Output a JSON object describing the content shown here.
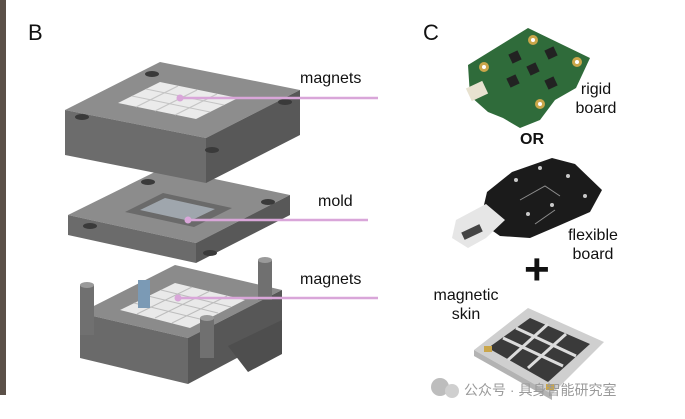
{
  "panel_b": {
    "letter": "B",
    "labels": {
      "top": "magnets",
      "middle": "mold",
      "bottom": "magnets"
    }
  },
  "panel_c": {
    "letter": "C",
    "rigid_board": "rigid\nboard",
    "or_text": "OR",
    "flexible_board": "flexible\nboard",
    "plus": "+",
    "magnetic_skin": "magnetic\nskin"
  },
  "watermark": {
    "text": "公众号 · 具身智能研究室"
  },
  "colors": {
    "leader_line": "#d9a6d9",
    "mold_gray": "#6e6e6e",
    "pcb_green": "#2f6b3a",
    "flex_black": "#1b1b1b"
  }
}
